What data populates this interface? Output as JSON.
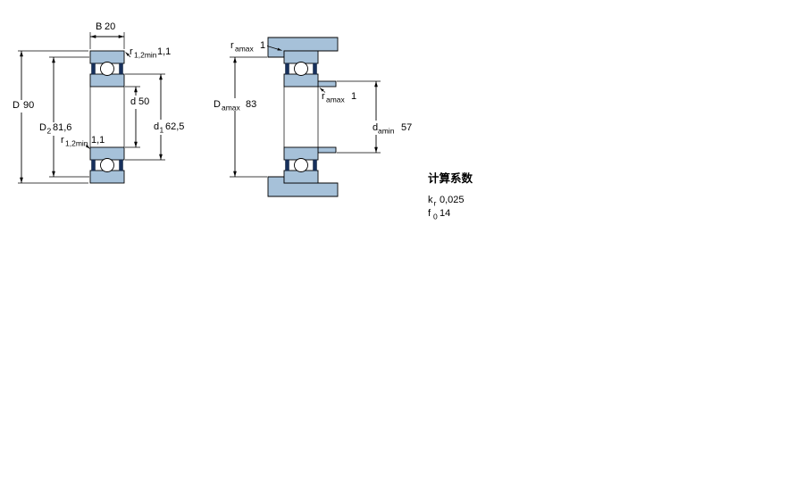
{
  "page": {
    "background": "#ffffff"
  },
  "colors": {
    "bearing_fill": "#a6c1d9",
    "seal_fill": "#17305c",
    "line": "#000000"
  },
  "left_view": {
    "description": "bearing cross-section with boundary dimensions",
    "dims": {
      "B": {
        "base": "B",
        "sub": "",
        "value": "20"
      },
      "r_top": {
        "base": "r",
        "sub": "1,2min",
        "value": "1,1"
      },
      "D": {
        "base": "D",
        "sub": "",
        "value": "90"
      },
      "D2": {
        "base": "D",
        "sub": "2",
        "value": "81,6"
      },
      "d": {
        "base": "d",
        "sub": "",
        "value": "50"
      },
      "d1": {
        "base": "d",
        "sub": "1",
        "value": "62,5"
      },
      "r_bottom": {
        "base": "r",
        "sub": "1,2min",
        "value": "1,1"
      }
    }
  },
  "right_view": {
    "description": "bearing mounted with abutment dimensions",
    "dims": {
      "ra_top": {
        "base": "r",
        "sub": "amax",
        "value": "1"
      },
      "Da": {
        "base": "D",
        "sub": "amax",
        "value": "83"
      },
      "ra_mid": {
        "base": "r",
        "sub": "amax",
        "value": "1"
      },
      "da": {
        "base": "d",
        "sub": "amin",
        "value": "57"
      }
    }
  },
  "calculation_factors": {
    "heading": "计算系数",
    "rows": [
      {
        "base": "k",
        "sub": "r",
        "value": "0,025"
      },
      {
        "base": "f",
        "sub": "0",
        "value": "14"
      }
    ]
  }
}
